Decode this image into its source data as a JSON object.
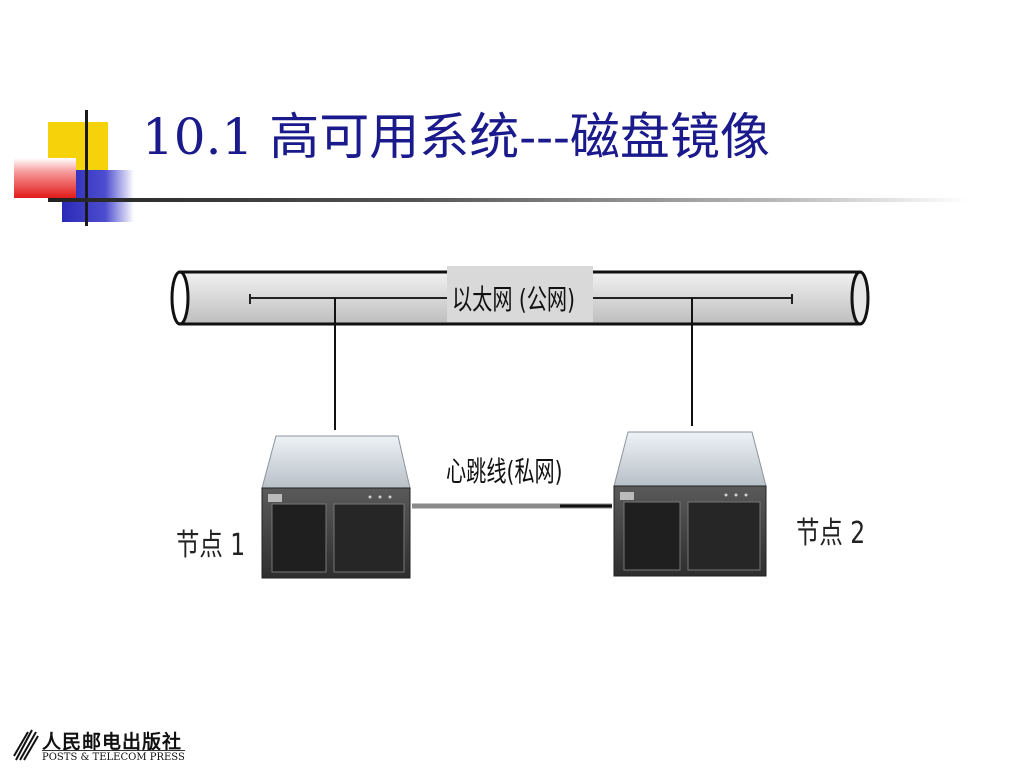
{
  "slide": {
    "title": "10.1  高可用系统---磁盘镜像"
  },
  "diagram": {
    "public_network_label": "以太网 (公网)",
    "heartbeat_label": "心跳线(私网)",
    "node1_label": "节点 1",
    "node2_label": "节点 2"
  },
  "footer": {
    "publisher_cn": "人民邮电出版社",
    "publisher_en": "POSTS & TELECOM PRESS"
  }
}
